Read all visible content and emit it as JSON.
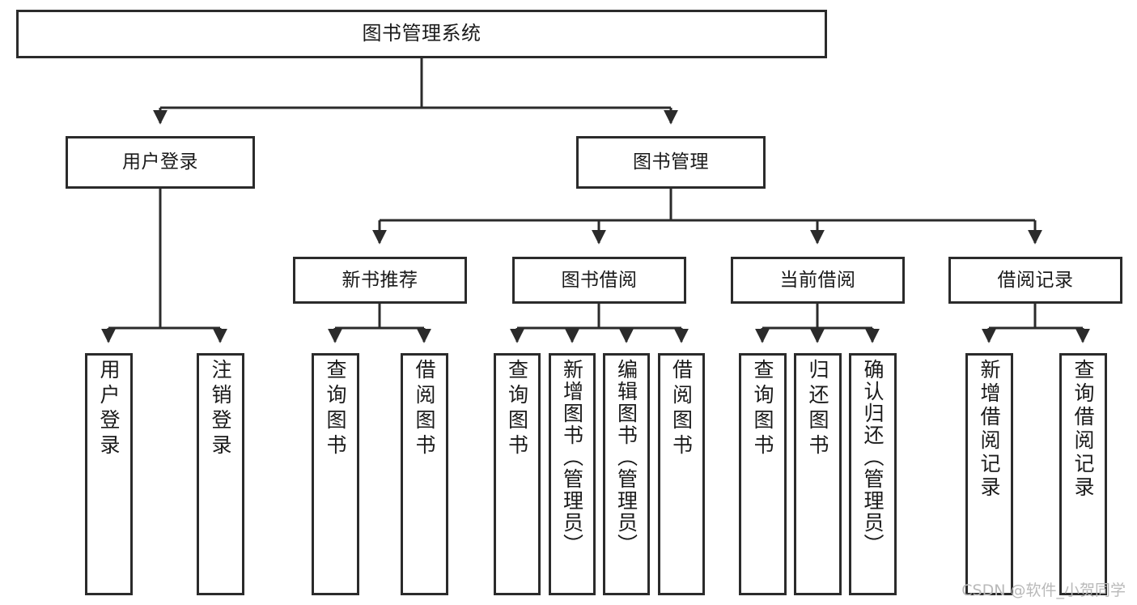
{
  "diagram": {
    "type": "tree-hierarchy",
    "title": "图书管理系统",
    "root": {
      "id": "root",
      "label": "图书管理系统",
      "level": 1
    },
    "level2": [
      {
        "id": "user-login",
        "label": "用户登录"
      },
      {
        "id": "book-manage",
        "label": "图书管理"
      }
    ],
    "level3": [
      {
        "id": "new-book-rec",
        "label": "新书推荐",
        "parent": "book-manage"
      },
      {
        "id": "book-borrow",
        "label": "图书借阅",
        "parent": "book-manage"
      },
      {
        "id": "current-borrow",
        "label": "当前借阅",
        "parent": "book-manage"
      },
      {
        "id": "borrow-record",
        "label": "借阅记录",
        "parent": "book-manage"
      }
    ],
    "leaves": {
      "user-login": [
        {
          "id": "leaf-user-login",
          "label": "用户登录"
        },
        {
          "id": "leaf-logout",
          "label": "注销登录"
        }
      ],
      "new-book-rec": [
        {
          "id": "leaf-query-book-1",
          "label": "查询图书"
        },
        {
          "id": "leaf-borrow-book-1",
          "label": "借阅图书"
        }
      ],
      "book-borrow": [
        {
          "id": "leaf-query-book-2",
          "label": "查询图书"
        },
        {
          "id": "leaf-add-book",
          "label": "新增图书（管理员）"
        },
        {
          "id": "leaf-edit-book",
          "label": "编辑图书（管理员）"
        },
        {
          "id": "leaf-borrow-book-2",
          "label": "借阅图书"
        }
      ],
      "current-borrow": [
        {
          "id": "leaf-query-book-3",
          "label": "查询图书"
        },
        {
          "id": "leaf-return-book",
          "label": "归还图书"
        },
        {
          "id": "leaf-confirm-return",
          "label": "确认归还（管理员）"
        }
      ],
      "borrow-record": [
        {
          "id": "leaf-add-record",
          "label": "新增借阅记录"
        },
        {
          "id": "leaf-query-record",
          "label": "查询借阅记录"
        }
      ]
    }
  },
  "watermark": {
    "text": "CSDN @软件_小贺同学"
  },
  "colors": {
    "border": "#2b2b2b",
    "background": "#ffffff",
    "text": "#1a1a1a",
    "watermark": "#b9b9b9"
  }
}
